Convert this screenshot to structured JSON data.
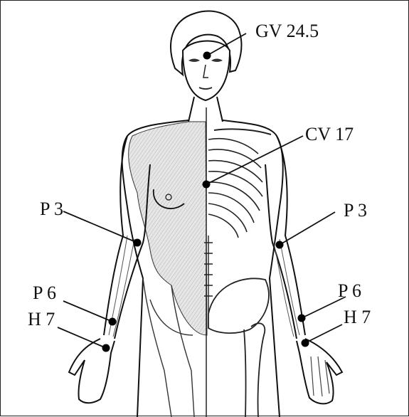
{
  "points": [
    {
      "id": "gv24_5",
      "label": "GV 24.5"
    },
    {
      "id": "cv17",
      "label": "CV 17"
    },
    {
      "id": "p3_right",
      "label": "P 3"
    },
    {
      "id": "p3_left",
      "label": "P 3"
    },
    {
      "id": "p6_right",
      "label": "P 6"
    },
    {
      "id": "p6_left",
      "label": "P 6"
    },
    {
      "id": "h7_right",
      "label": "H 7"
    },
    {
      "id": "h7_left",
      "label": "H 7"
    }
  ],
  "colors": {
    "ink": "#111111",
    "muscle_shade": "#d8d8d8",
    "background": "#ffffff"
  }
}
